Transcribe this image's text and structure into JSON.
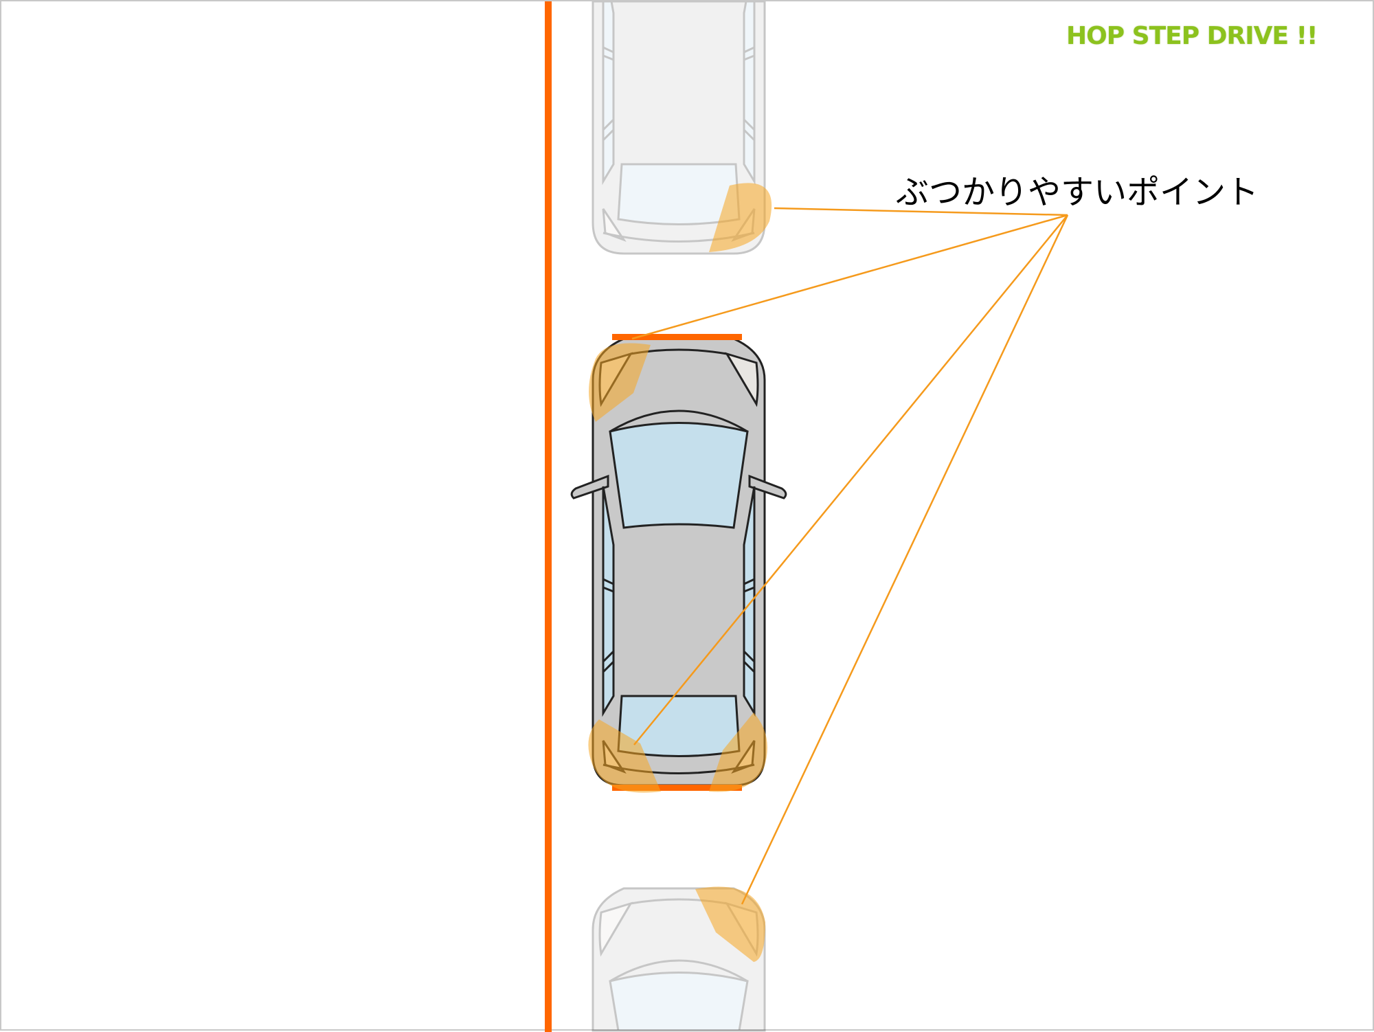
{
  "title": "HOP STEP DRIVE !!",
  "callout_label": "ぶつかりやすいポイント",
  "colors": {
    "title": "#8cc21e",
    "wall": "#ff6600",
    "bumper_marker": "#ff6600",
    "callout_line": "#f59a1c",
    "hotspot": "#f5a623",
    "car_body": "#c9c9c9",
    "car_glass": "#c5dfec"
  },
  "scene": {
    "cars": [
      "parked-car-front",
      "own-car",
      "parked-car-rear"
    ],
    "hotspot_count": 5
  }
}
